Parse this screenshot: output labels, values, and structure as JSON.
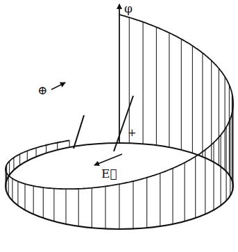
{
  "diagram": {
    "labels": [
      "φ",
      "⊕",
      "-",
      "+",
      "E⃗"
    ]
  }
}
